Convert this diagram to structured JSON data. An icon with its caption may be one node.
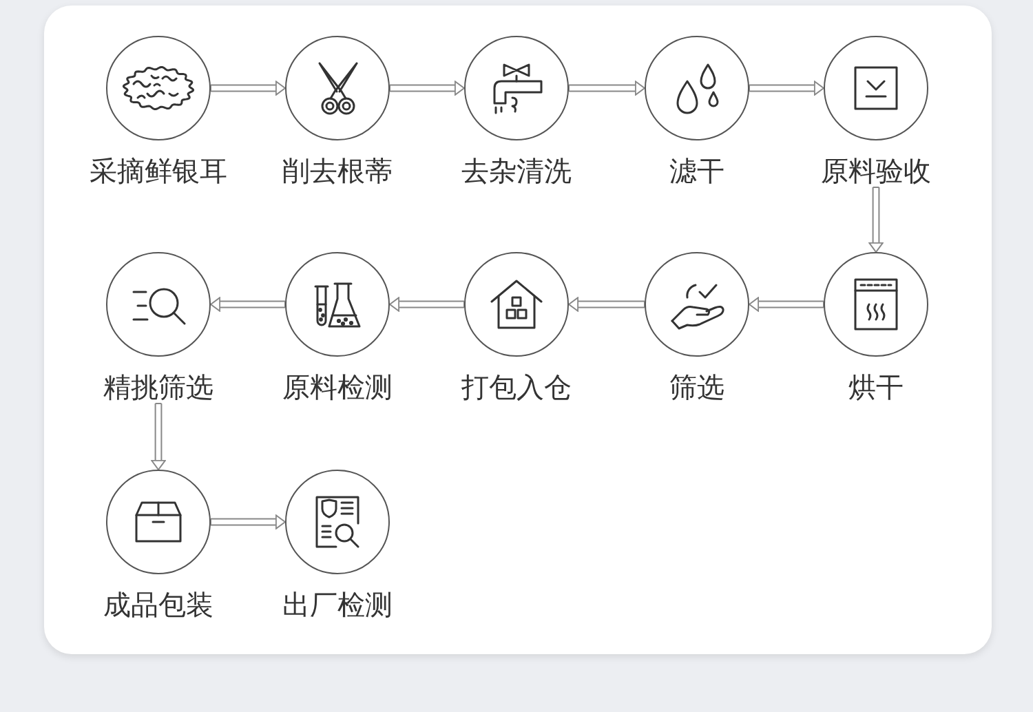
{
  "diagram": {
    "nodes": [
      {
        "text": [
          "采摘鲜银耳"
        ]
      },
      {
        "text": [
          "削去根蒂"
        ]
      },
      {
        "text": [
          "去杂清洗"
        ]
      },
      {
        "text": [
          "滤干"
        ]
      },
      {
        "text": [
          "原料验收"
        ]
      },
      {
        "text": [
          "精挑筛选"
        ]
      },
      {
        "text": [
          "原料检测"
        ]
      },
      {
        "text": [
          "打包入仓"
        ]
      },
      {
        "text": [
          "筛选"
        ]
      },
      {
        "text": [
          "烘干"
        ]
      },
      {
        "text": [
          "成品包装"
        ]
      },
      {
        "text": [
          "出厂检测"
        ]
      }
    ],
    "edges": [
      {
        "from": 0,
        "to": 1,
        "arrow": "to"
      },
      {
        "from": 1,
        "to": 2,
        "arrow": "to"
      },
      {
        "from": 2,
        "to": 3,
        "arrow": "to"
      },
      {
        "from": 3,
        "to": 4,
        "arrow": "to"
      },
      {
        "from": 4,
        "to": 9,
        "arrow": "to"
      },
      {
        "from": 9,
        "to": 8,
        "arrow": "to"
      },
      {
        "from": 8,
        "to": 7,
        "arrow": "to"
      },
      {
        "from": 7,
        "to": 6,
        "arrow": "to"
      },
      {
        "from": 6,
        "to": 5,
        "arrow": "to"
      },
      {
        "from": 5,
        "to": 10,
        "arrow": "to"
      },
      {
        "from": 10,
        "to": 11,
        "arrow": "to"
      }
    ]
  }
}
